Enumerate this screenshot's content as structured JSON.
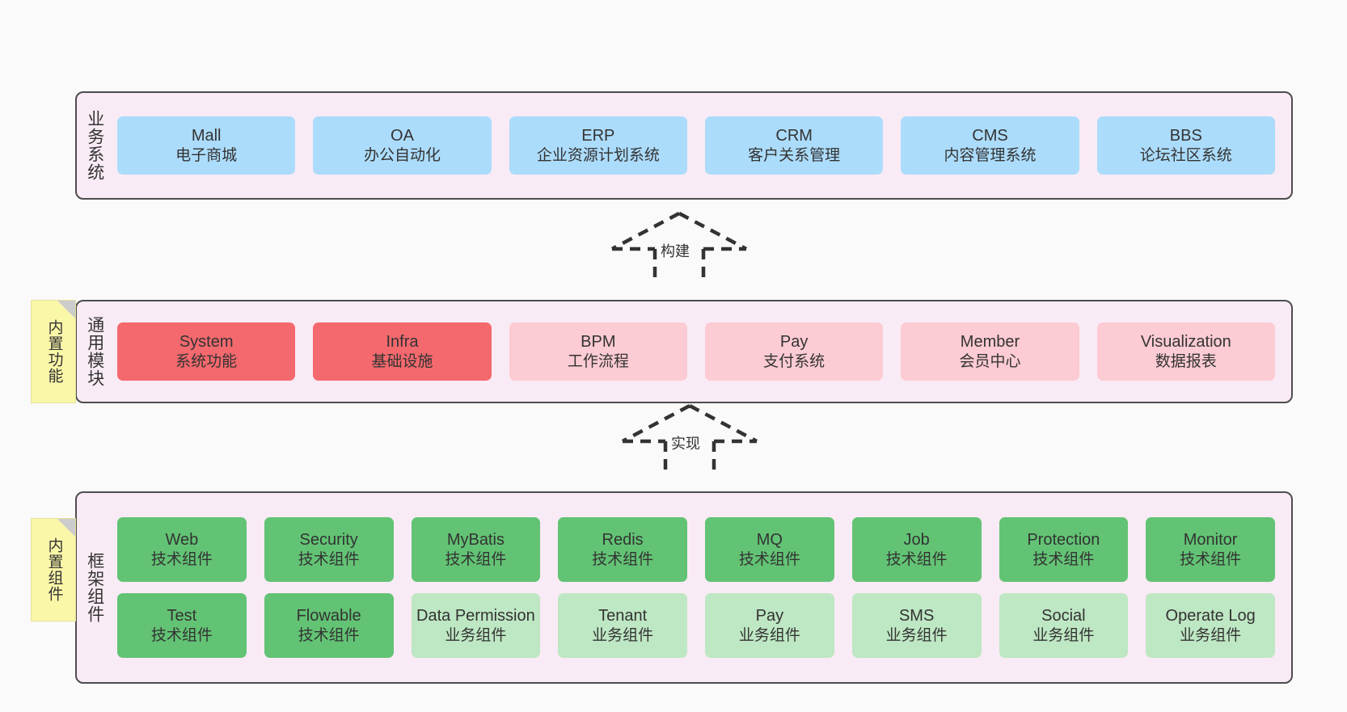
{
  "diagram": {
    "background": "#fafafa",
    "panel_fill": "#F9EBF5",
    "panel_border": "#4d4d4d",
    "colors": {
      "blue": "#ACDCFB",
      "red": "#F4696E",
      "pink": "#FCCBD3",
      "green": "#62C374",
      "light_green": "#BEE7C3",
      "sticky_yellow": "#FBF7A8",
      "fold": "#cccccc"
    }
  },
  "layers": {
    "business": {
      "title": "业务系统",
      "items": [
        {
          "en": "Mall",
          "cn": "电子商城",
          "color": "c-blue"
        },
        {
          "en": "OA",
          "cn": "办公自动化",
          "color": "c-blue"
        },
        {
          "en": "ERP",
          "cn": "企业资源计划系统",
          "color": "c-blue"
        },
        {
          "en": "CRM",
          "cn": "客户关系管理",
          "color": "c-blue"
        },
        {
          "en": "CMS",
          "cn": "内容管理系统",
          "color": "c-blue"
        },
        {
          "en": "BBS",
          "cn": "论坛社区系统",
          "color": "c-blue"
        }
      ]
    },
    "common": {
      "title": "通用模块",
      "sticky": "内置功能",
      "items": [
        {
          "en": "System",
          "cn": "系统功能",
          "color": "c-red"
        },
        {
          "en": "Infra",
          "cn": "基础设施",
          "color": "c-red"
        },
        {
          "en": "BPM",
          "cn": "工作流程",
          "color": "c-pink"
        },
        {
          "en": "Pay",
          "cn": "支付系统",
          "color": "c-pink"
        },
        {
          "en": "Member",
          "cn": "会员中心",
          "color": "c-pink"
        },
        {
          "en": "Visualization",
          "cn": "数据报表",
          "color": "c-pink"
        }
      ]
    },
    "framework": {
      "title": "框架组件",
      "sticky": "内置组件",
      "row1": [
        {
          "en": "Web",
          "cn": "技术组件",
          "color": "c-green"
        },
        {
          "en": "Security",
          "cn": "技术组件",
          "color": "c-green"
        },
        {
          "en": "MyBatis",
          "cn": "技术组件",
          "color": "c-green"
        },
        {
          "en": "Redis",
          "cn": "技术组件",
          "color": "c-green"
        },
        {
          "en": "MQ",
          "cn": "技术组件",
          "color": "c-green"
        },
        {
          "en": "Job",
          "cn": "技术组件",
          "color": "c-green"
        },
        {
          "en": "Protection",
          "cn": "技术组件",
          "color": "c-green"
        },
        {
          "en": "Monitor",
          "cn": "技术组件",
          "color": "c-green"
        }
      ],
      "row2": [
        {
          "en": "Test",
          "cn": "技术组件",
          "color": "c-green"
        },
        {
          "en": "Flowable",
          "cn": "技术组件",
          "color": "c-green"
        },
        {
          "en": "Data Permission",
          "cn": "业务组件",
          "color": "c-lightgreen"
        },
        {
          "en": "Tenant",
          "cn": "业务组件",
          "color": "c-lightgreen"
        },
        {
          "en": "Pay",
          "cn": "业务组件",
          "color": "c-lightgreen"
        },
        {
          "en": "SMS",
          "cn": "业务组件",
          "color": "c-lightgreen"
        },
        {
          "en": "Social",
          "cn": "业务组件",
          "color": "c-lightgreen"
        },
        {
          "en": "Operate Log",
          "cn": "业务组件",
          "color": "c-lightgreen"
        }
      ]
    }
  },
  "connectors": [
    {
      "name": "build",
      "label": "构建",
      "style": "dashed-hollow-arrow-up"
    },
    {
      "name": "implement",
      "label": "实现",
      "style": "dashed-hollow-arrow-up"
    }
  ]
}
